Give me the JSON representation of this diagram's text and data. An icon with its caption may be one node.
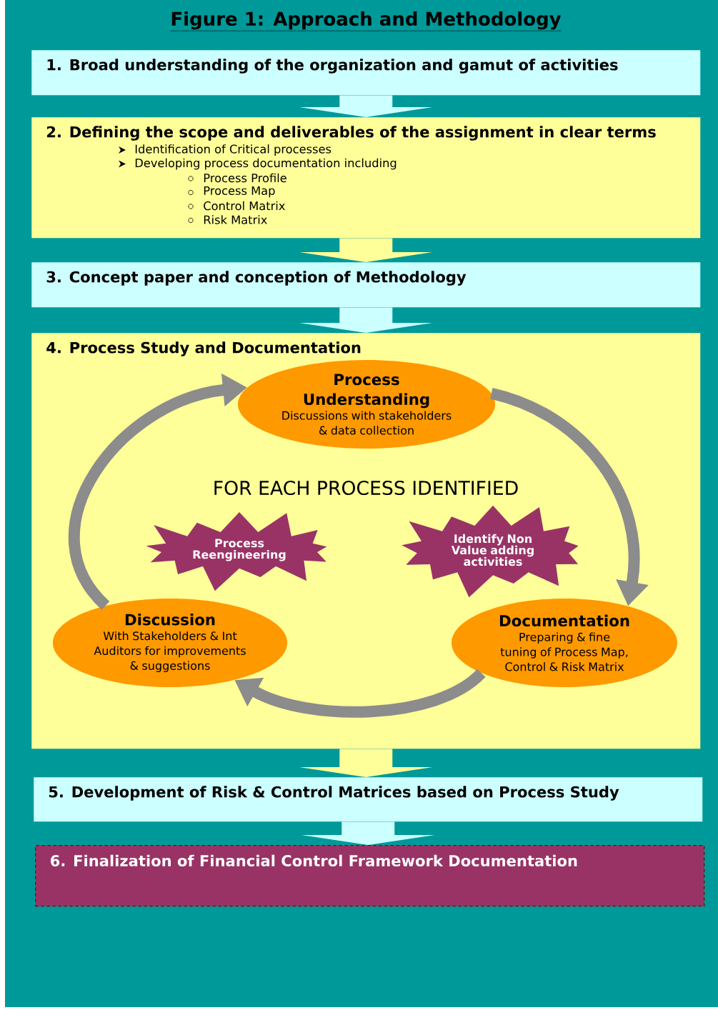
{
  "diagram": {
    "title": "Figure 1: Approach and Methodology",
    "nodes": [
      {
        "text": [
          "1. Broad understanding of the organization and gamut of activities"
        ]
      },
      {
        "text": [
          "2. Defining the scope and deliverables of the assignment in clear terms",
          "Identification of Critical processes",
          "Developing process documentation including",
          "Process Profile",
          "Process Map",
          "Control Matrix",
          "Risk Matrix"
        ]
      },
      {
        "text": [
          "3. Concept paper and conception of Methodology"
        ]
      },
      {
        "text": [
          "4. Process Study and Documentation"
        ]
      },
      {
        "text": [
          "Process Understanding",
          "Discussions with stakeholders & data collection"
        ],
        "in": 3
      },
      {
        "text": [
          "Process Reengineering"
        ],
        "in": 3
      },
      {
        "text": [
          "Identify Non Value adding activities"
        ],
        "in": 3
      },
      {
        "text": [
          "Discussion",
          "With Stakeholders & Int Auditors for improvements & suggestions"
        ],
        "in": 3
      },
      {
        "text": [
          "Documentation",
          "Preparing & fine tuning of Process Map, Control & Risk Matrix"
        ],
        "in": 3
      },
      {
        "text": [
          "5. Development of Risk & Control Matrices based on Process Study"
        ]
      },
      {
        "text": [
          "6. Finalization of Financial Control Framework Documentation"
        ]
      }
    ],
    "edges": [
      {
        "from": 0,
        "to": 1,
        "arrow": "to",
        "color": "#ccffff"
      },
      {
        "from": 1,
        "to": 2,
        "arrow": "to",
        "color": "#ffff99"
      },
      {
        "from": 2,
        "to": 3,
        "arrow": "to",
        "color": "#ccffff"
      },
      {
        "from": 3,
        "to": 9,
        "arrow": "to",
        "color": "#ffff99"
      },
      {
        "from": 9,
        "to": 10,
        "arrow": "to",
        "color": "#ccffff"
      },
      {
        "from": 4,
        "to": 8,
        "arrow": "to",
        "color": "#8c8c8c"
      },
      {
        "from": 8,
        "to": 7,
        "arrow": "to",
        "color": "#8c8c8c"
      },
      {
        "from": 7,
        "to": 4,
        "arrow": "to",
        "color": "#8c8c8c"
      }
    ],
    "labels": [
      "FOR EACH PROCESS IDENTIFIED"
    ]
  }
}
